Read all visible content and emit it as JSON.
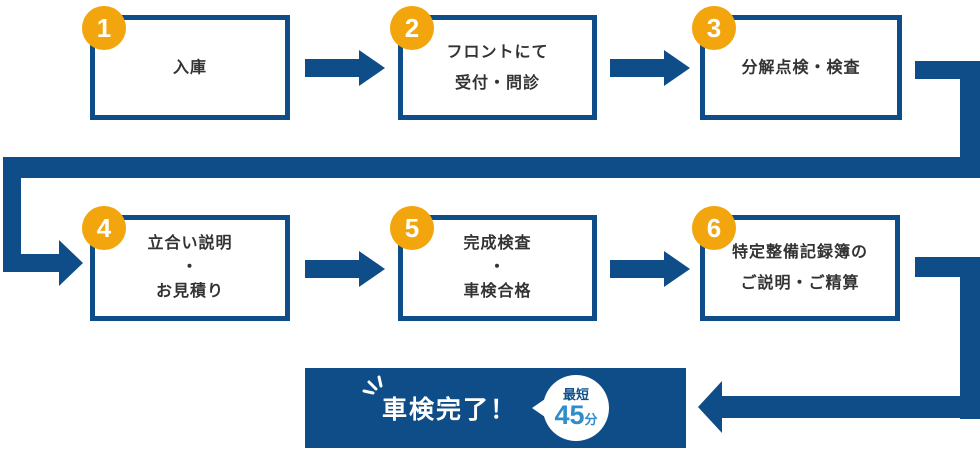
{
  "colors": {
    "navy": "#0E4D87",
    "orange": "#F2A50C",
    "box_text": "#333333",
    "badge_label_navy": "#12518A",
    "badge_number_blue": "#2F8DC9",
    "white": "#FFFFFF"
  },
  "steps": [
    {
      "number": "1",
      "lines": [
        "入庫"
      ]
    },
    {
      "number": "2",
      "lines": [
        "フロントにて",
        "受付・問診"
      ]
    },
    {
      "number": "3",
      "lines": [
        "分解点検・検査"
      ]
    },
    {
      "number": "4",
      "lines": [
        "立合い説明",
        "・",
        "お見積り"
      ]
    },
    {
      "number": "5",
      "lines": [
        "完成検査",
        "・",
        "車検合格"
      ]
    },
    {
      "number": "6",
      "lines": [
        "特定整備記録簿の",
        "ご説明・ご精算"
      ]
    }
  ],
  "final": {
    "label": "車検完了！",
    "badge": {
      "top": "最短",
      "number": "45",
      "unit": "分"
    }
  }
}
